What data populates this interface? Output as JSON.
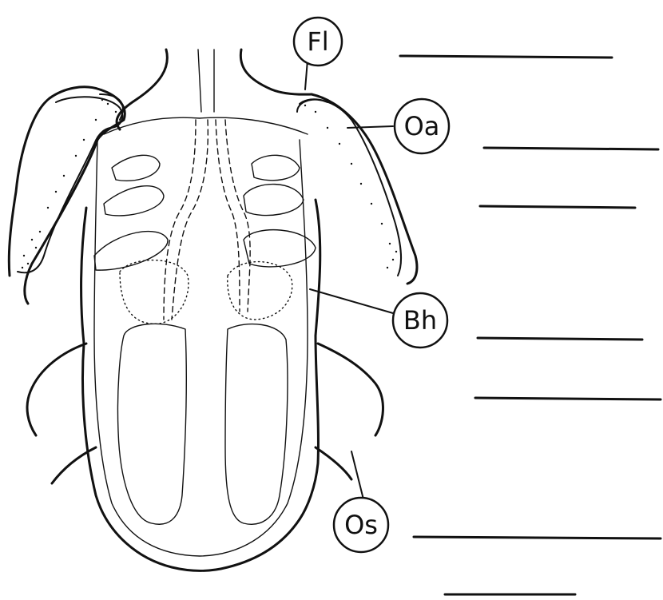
{
  "labels": {
    "fl": "Fl",
    "oa": "Oa",
    "bh": "Bh",
    "os": "Os"
  },
  "answer_blanks_count": 7,
  "colors": {
    "ink": "#111111",
    "paper": "#ffffff"
  }
}
